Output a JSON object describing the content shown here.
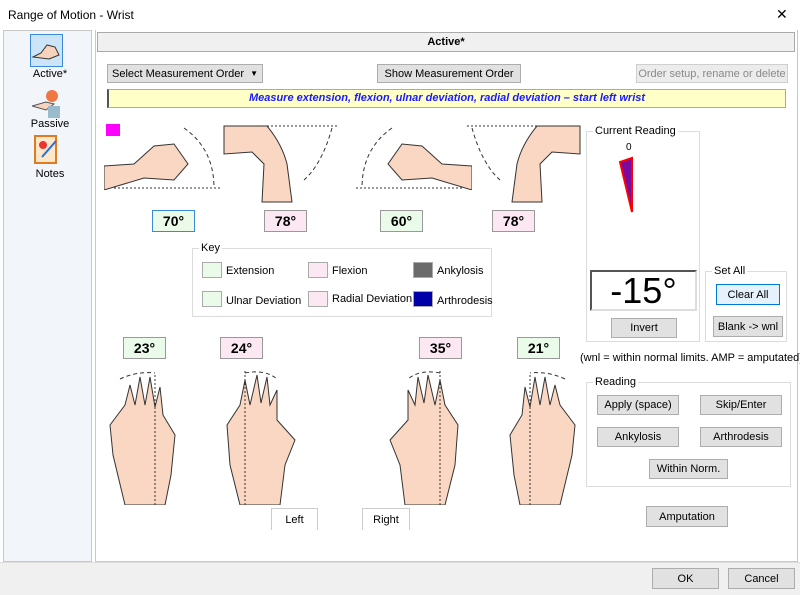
{
  "window": {
    "title": "Range of Motion - Wrist",
    "close": "✕"
  },
  "sidebar": {
    "items": [
      {
        "label": "Active*"
      },
      {
        "label": "Passive"
      },
      {
        "label": "Notes"
      }
    ]
  },
  "header": {
    "tab": "Active*"
  },
  "toolbar": {
    "select_order": "Select Measurement Order",
    "show_order": "Show Measurement Order",
    "order_setup": "Order setup, rename or delete"
  },
  "instruction": "Measure extension, flexion, ulnar deviation, radial deviation – start left wrist",
  "values": {
    "left_extension": "70°",
    "left_flexion": "78°",
    "right_extension": "60°",
    "right_flexion": "78°",
    "left_ulnar": "23°",
    "left_radial": "24°",
    "right_radial": "35°",
    "right_ulnar": "21°"
  },
  "key": {
    "title": "Key",
    "items": [
      "Extension",
      "Flexion",
      "Ankylosis",
      "Ulnar Deviation",
      "Radial Deviation",
      "Arthrodesis"
    ]
  },
  "current_reading": {
    "title": "Current Reading",
    "zero": "0",
    "value": "-15°",
    "invert": "Invert",
    "angle_deg": -15
  },
  "set_all": {
    "title": "Set All",
    "clear_all": "Clear All",
    "blank_wnl": "Blank -> wnl"
  },
  "legend_note": "(wnl = within normal limits. AMP = amputated)",
  "reading": {
    "title": "Reading",
    "apply": "Apply (space)",
    "skip": "Skip/Enter",
    "ankylosis": "Ankylosis",
    "arthrodesis": "Arthrodesis",
    "within_norm": "Within Norm."
  },
  "amputation": "Amputation",
  "side_tabs": {
    "left": "Left",
    "right": "Right"
  },
  "footer": {
    "ok": "OK",
    "cancel": "Cancel"
  },
  "colors": {
    "green": "#eafbe9",
    "pink": "#fce8f3",
    "ankylosis": "#6b6b6b",
    "arthrodesis": "#0000a8",
    "instruction_bg": "#ffffc8",
    "instruction_text": "#1a1aff"
  }
}
